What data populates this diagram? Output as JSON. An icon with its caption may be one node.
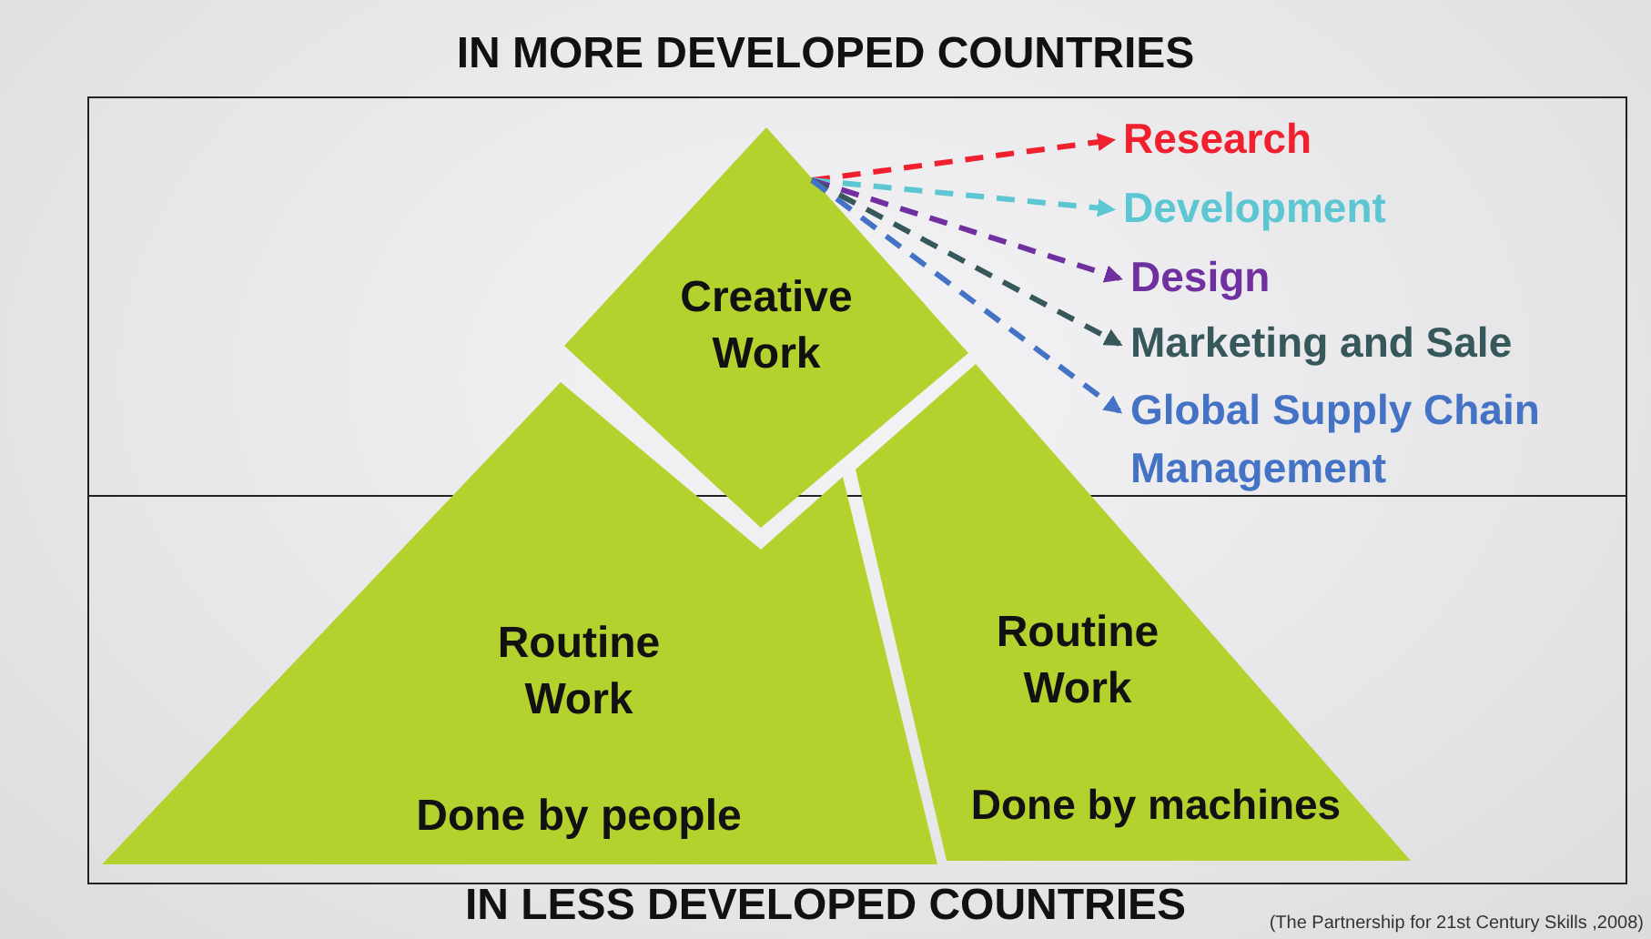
{
  "diagram": {
    "title": "IN MORE DEVELOPED  COUNTRIES",
    "nodes": [
      {
        "text": [
          "Creative Work"
        ]
      },
      {
        "text": [
          "Routine Work",
          "Done by people"
        ]
      },
      {
        "text": [
          "Routine Work",
          "Done by machines"
        ]
      },
      {
        "text": [
          "Research"
        ]
      },
      {
        "text": [
          "Development"
        ]
      },
      {
        "text": [
          "Design"
        ]
      },
      {
        "text": [
          "Marketing and Sale"
        ]
      },
      {
        "text": [
          "Global Supply Chain Management"
        ]
      }
    ],
    "edges": [
      {
        "from": 0,
        "to": 3,
        "arrow": "to",
        "style": "dashed",
        "color": "#f0202e"
      },
      {
        "from": 0,
        "to": 4,
        "arrow": "to",
        "style": "dashed",
        "color": "#5cc6d2"
      },
      {
        "from": 0,
        "to": 5,
        "arrow": "to",
        "style": "dashed",
        "color": "#7030a0"
      },
      {
        "from": 0,
        "to": 6,
        "arrow": "to",
        "style": "dashed",
        "color": "#36585a"
      },
      {
        "from": 0,
        "to": 7,
        "arrow": "to",
        "style": "dashed",
        "color": "#4472c4"
      }
    ],
    "labels": [
      "IN LESS DEVELOPED  COUNTRIES",
      "(The Partnership for 21st Century Skills  ,2008)"
    ]
  }
}
